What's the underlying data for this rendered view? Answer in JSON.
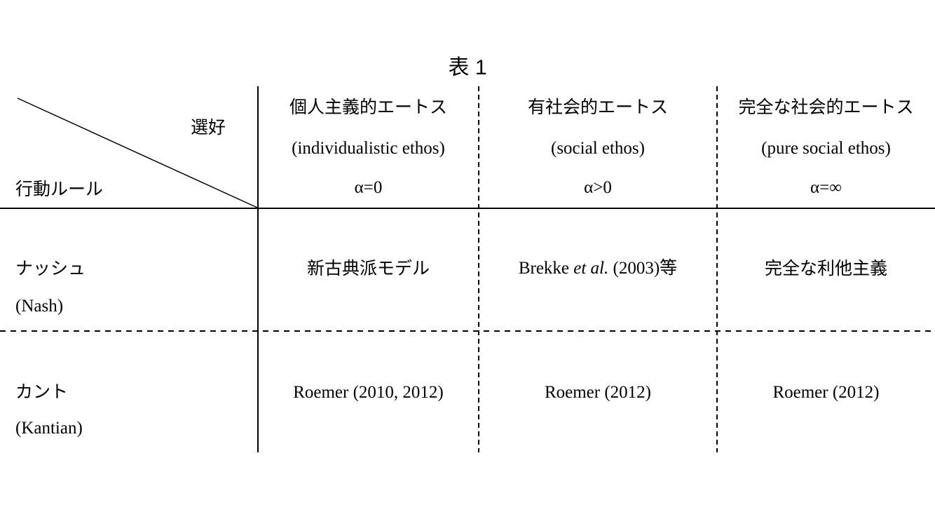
{
  "title": "表 1",
  "table": {
    "corner": {
      "preference_label": "選好",
      "rule_label": "行動ルール"
    },
    "columns": [
      {
        "ja": "個人主義的エートス",
        "en": "(individualistic ethos)",
        "alpha": "α=0"
      },
      {
        "ja": "有社会的エートス",
        "en": "(social ethos)",
        "alpha": "α>0"
      },
      {
        "ja": "完全な社会的エートス",
        "en": "(pure social ethos)",
        "alpha": "α=∞"
      }
    ],
    "rows": [
      {
        "label_ja": "ナッシュ",
        "label_en": "(Nash)",
        "cells": [
          {
            "text": "新古典派モデル"
          },
          {
            "pre": "Brekke ",
            "em": "et al.",
            "post": " (2003)等"
          },
          {
            "text": "完全な利他主義"
          }
        ]
      },
      {
        "label_ja": "カント",
        "label_en": "(Kantian)",
        "cells": [
          {
            "text": "Roemer (2010, 2012)"
          },
          {
            "text": "Roemer (2012)"
          },
          {
            "text": "Roemer (2012)"
          }
        ]
      }
    ]
  },
  "colors": {
    "text": "#000000",
    "background": "#ffffff"
  }
}
